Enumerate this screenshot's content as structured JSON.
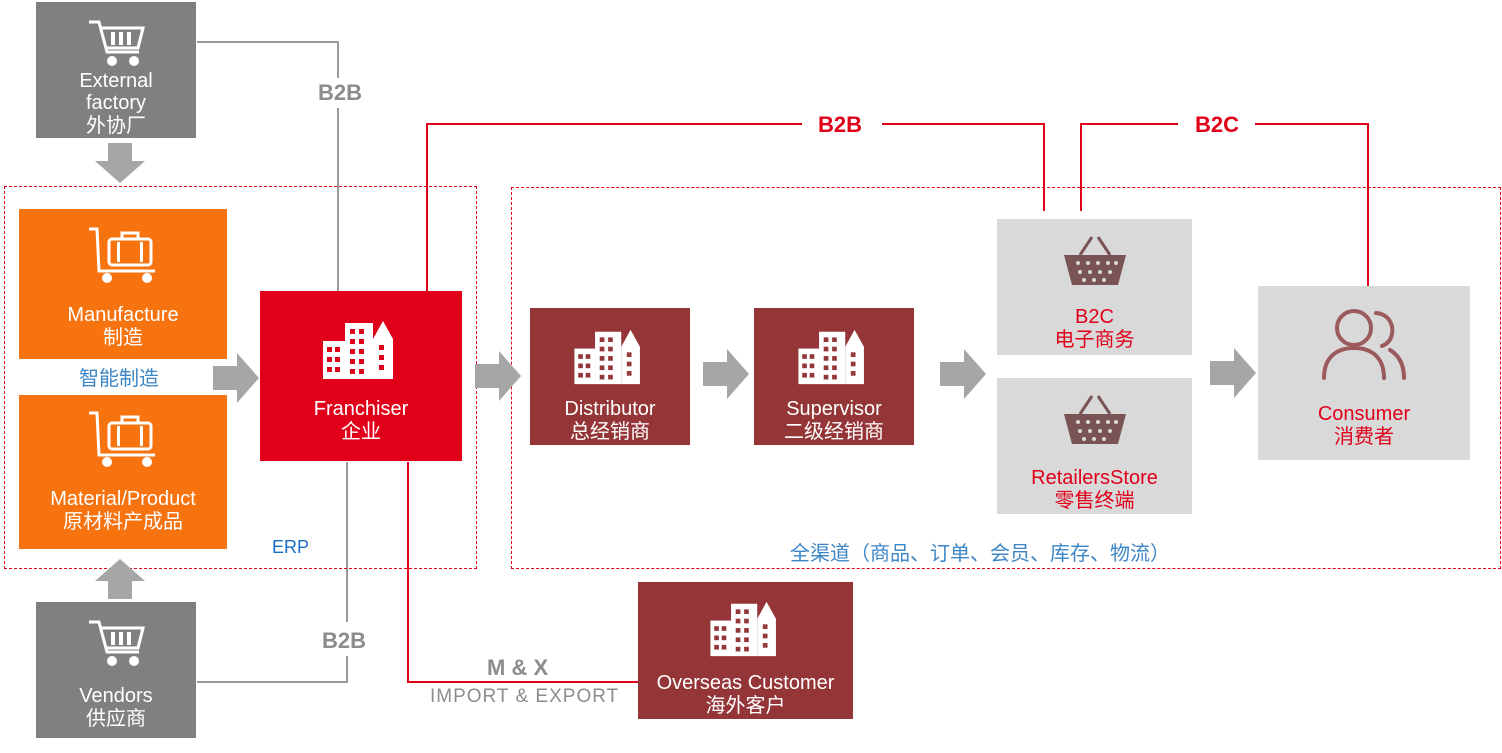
{
  "nodes": {
    "external_factory": {
      "line1": "External",
      "line2": "factory",
      "line3": "外协厂"
    },
    "manufacture": {
      "en": "Manufacture",
      "zh": "制造"
    },
    "smart_manufacturing": "智能制造",
    "material_product": {
      "en": "Material/Product",
      "zh": "原材料产成品"
    },
    "vendors": {
      "en": "Vendors",
      "zh": "供应商"
    },
    "franchiser": {
      "en": "Franchiser",
      "zh": "企业"
    },
    "distributor": {
      "en": "Distributor",
      "zh": "总经销商"
    },
    "supervisor": {
      "en": "Supervisor",
      "zh": "二级经销商"
    },
    "b2c_ecommerce": {
      "en": "B2C",
      "zh": "电子商务"
    },
    "retailers_store": {
      "en": "RetailersStore",
      "zh": "零售终端"
    },
    "consumer": {
      "en": "Consumer",
      "zh": "消费者"
    },
    "overseas_customer": {
      "en": "Overseas Customer",
      "zh": "海外客户"
    }
  },
  "labels": {
    "erp": "ERP",
    "omni_channel": "全渠道（商品、订单、会员、库存、物流）",
    "b2b_top_gray": "B2B",
    "b2b_bottom_gray": "B2B",
    "b2b_red": "B2B",
    "b2c_red": "B2C",
    "mx": "M & X",
    "import_export": "IMPORT & EXPORT"
  },
  "colors": {
    "gray": "#808080",
    "orange": "#f77310",
    "red": "#e0001a",
    "maroon": "#943537",
    "light_gray": "#d9d9d9",
    "erp_blue": "#1a6fc4",
    "omni_blue": "#3d86c6"
  },
  "icons": [
    "cart-icon",
    "luggage-cart-icon",
    "buildings-icon",
    "basket-icon",
    "user-group-icon",
    "arrow-right-icon",
    "arrow-down-icon",
    "arrow-up-icon"
  ]
}
